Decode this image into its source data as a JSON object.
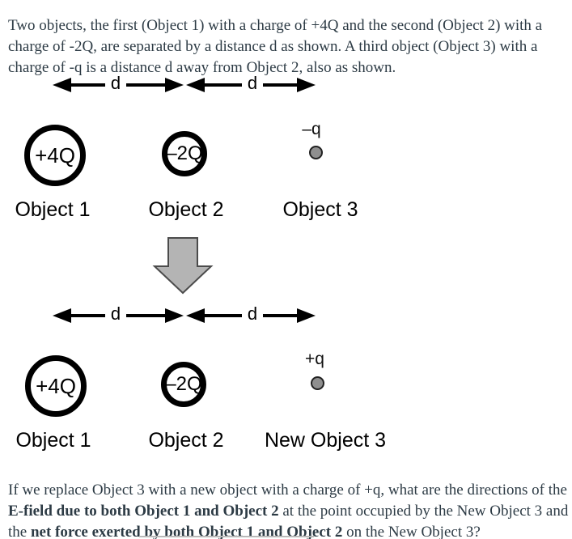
{
  "intro": {
    "text": "Two objects, the first (Object 1) with a charge of +4Q and the second (Object 2) with a charge of -2Q, are separated by a distance d as shown. A third object (Object 3) with a charge of -q is a distance d away from Object 2, also as shown."
  },
  "diagram": {
    "distance_label": "d",
    "top": {
      "object1": {
        "charge": "+4Q",
        "label": "Object 1"
      },
      "object2": {
        "charge": "–2Q",
        "label": "Object 2"
      },
      "object3": {
        "charge": "–q",
        "label": "Object 3"
      }
    },
    "bottom": {
      "object1": {
        "charge": "+4Q",
        "label": "Object 1"
      },
      "object2": {
        "charge": "–2Q",
        "label": "Object 2"
      },
      "object3": {
        "charge": "+q",
        "label": "New Object 3"
      }
    }
  },
  "question": {
    "seg1": "If we replace Object 3 with a new object with a charge of +q, what are the directions of the ",
    "seg2_bold": "E-field due to both Object 1 and Object 2",
    "seg3": " at the point occupied by the New Object 3 and the ",
    "seg4_bold": "net force exerted by both Object 1 and Object 2",
    "seg5": " on the New Object 3?"
  },
  "colors": {
    "body_text": "#2d3b45",
    "diagram_ink": "#000000",
    "dot_fill": "#8f8f8f",
    "big_arrow_fill": "#b4b4b4",
    "big_arrow_stroke": "#4b4b4b",
    "divider": "#b9b9b9"
  }
}
